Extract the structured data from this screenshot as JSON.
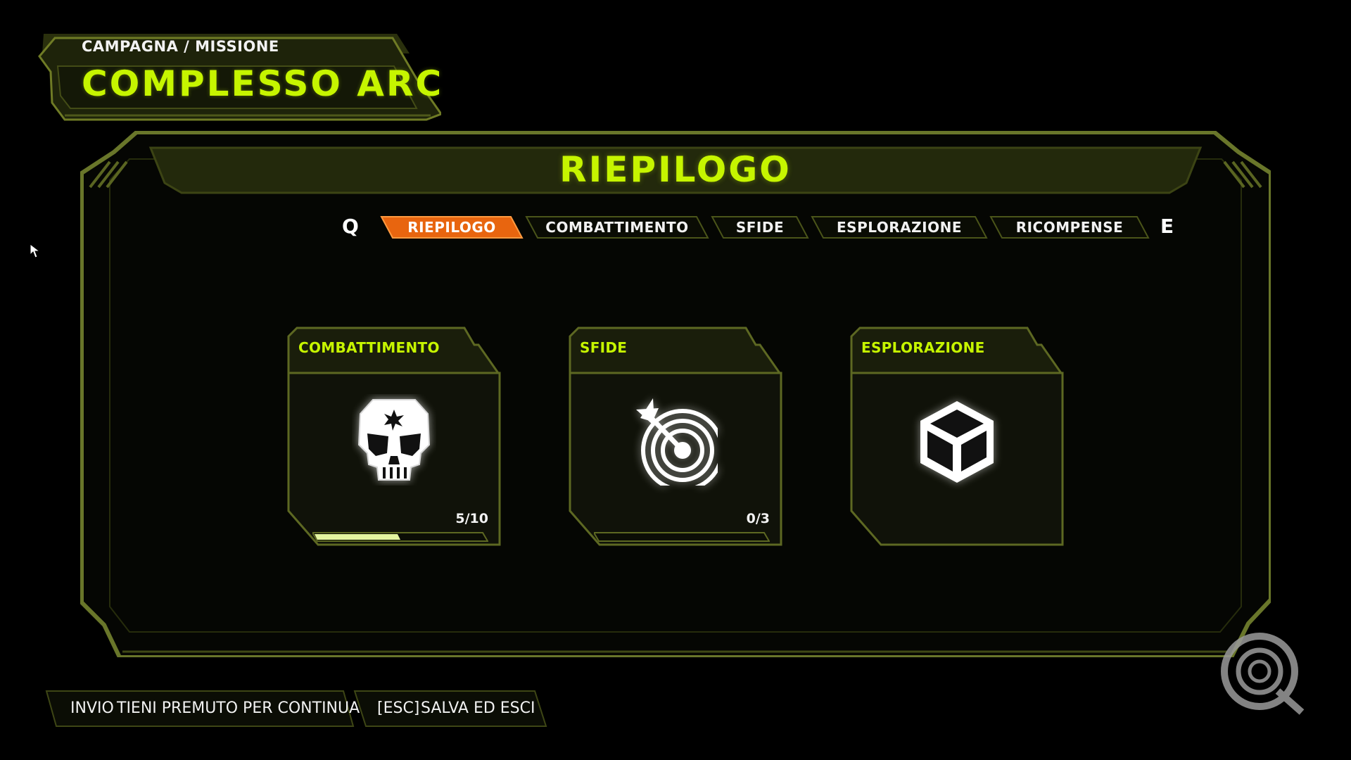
{
  "header": {
    "breadcrumb": "CAMPAGNA / MISSIONE",
    "mission_title": "COMPLESSO ARC"
  },
  "panel": {
    "title": "RIEPILOGO"
  },
  "tabs": {
    "prev_key": "Q",
    "next_key": "E",
    "items": [
      {
        "label": "RIEPILOGO",
        "active": true
      },
      {
        "label": "COMBATTIMENTO",
        "active": false
      },
      {
        "label": "SFIDE",
        "active": false
      },
      {
        "label": "ESPLORAZIONE",
        "active": false
      },
      {
        "label": "RICOMPENSE",
        "active": false
      }
    ]
  },
  "cards": [
    {
      "title": "COMBATTIMENTO",
      "icon": "skull-icon",
      "count": "5/10",
      "progress": 0.5
    },
    {
      "title": "SFIDE",
      "icon": "target-icon",
      "count": "0/3",
      "progress": 0
    },
    {
      "title": "ESPLORAZIONE",
      "icon": "cube-icon"
    }
  ],
  "footer": {
    "continue": {
      "key": "INVIO",
      "label": "TIENI PREMUTO PER CONTINUARE"
    },
    "exit": {
      "key": "[ESC]",
      "label": "SALVA ED ESCI"
    }
  },
  "colors": {
    "accent": "#c6f500",
    "frame": "#5f6a20",
    "frame_dark": "#2c3210",
    "tab_active": "#f06a10",
    "panel_bg": "#050603"
  }
}
